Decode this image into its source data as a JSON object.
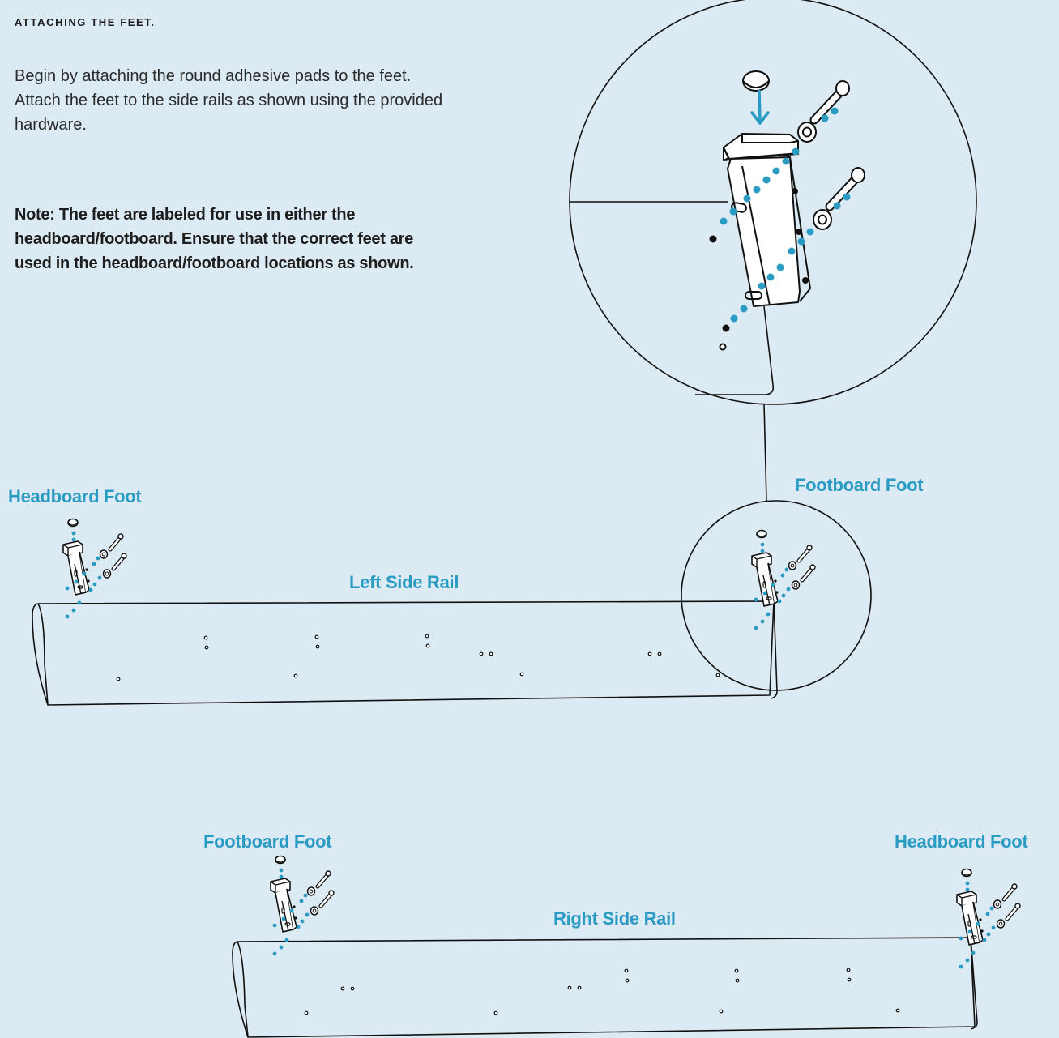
{
  "heading": "ATTACHING THE FEET.",
  "intro": "Begin by attaching the round adhesive pads to the feet. Attach the feet to the side rails as shown using the provided hardware.",
  "note": "Note: The feet are labeled for use in either the headboard/footboard. Ensure that the correct feet are used in the headboard/footboard locations as shown.",
  "labels": {
    "top_headboard_foot": "Headboard Foot",
    "top_footboard_foot": "Footboard Foot",
    "left_side_rail": "Left Side Rail",
    "bottom_footboard_foot": "Footboard Foot",
    "bottom_headboard_foot": "Headboard Foot",
    "right_side_rail": "Right Side Rail"
  },
  "colors": {
    "background": "#dceaf3",
    "accent": "#2a9bc3",
    "line": "#111111"
  }
}
